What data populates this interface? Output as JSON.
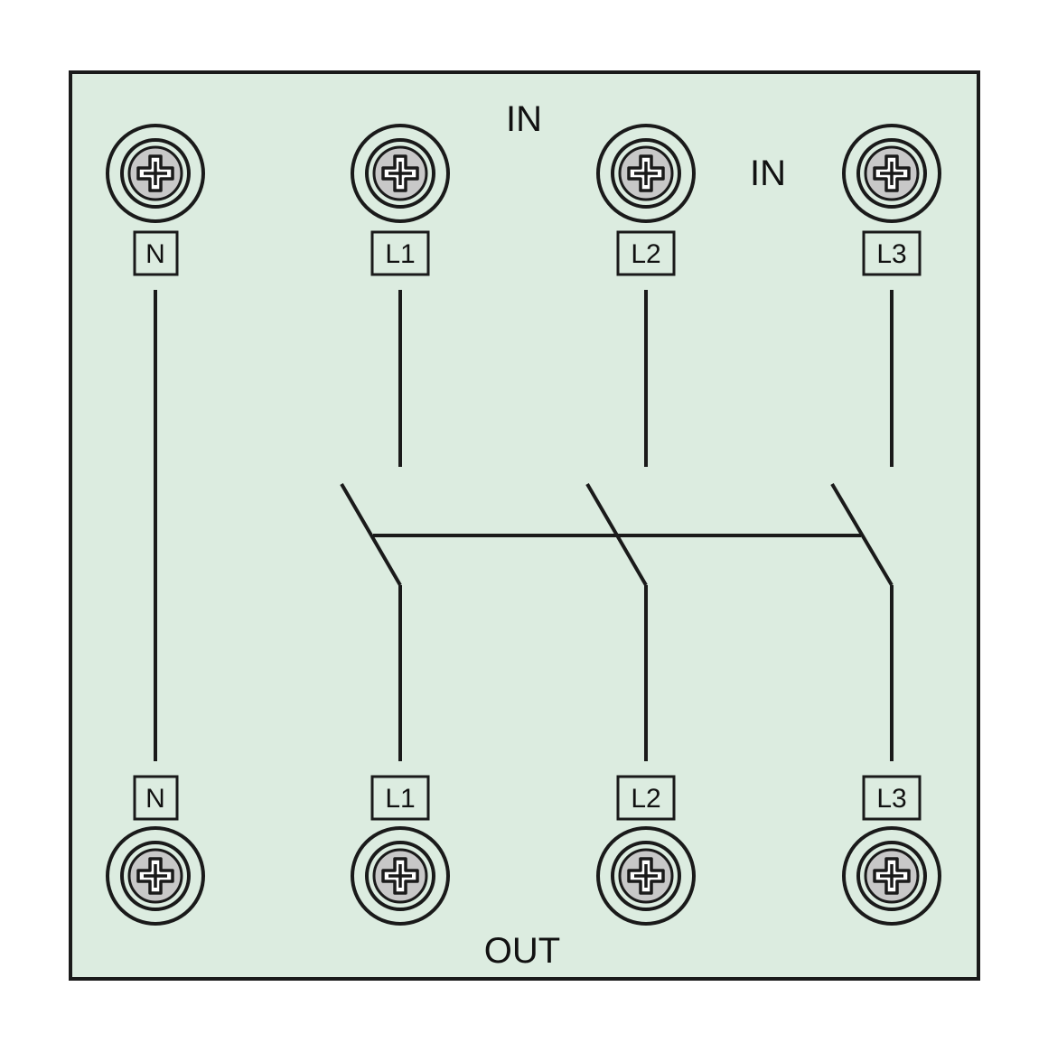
{
  "panel": {
    "background_color": "#dcece0",
    "border_color": "#1a1a1a",
    "screw_fill": "#c8c8c8"
  },
  "labels": {
    "in_top": "IN",
    "in_right": "IN",
    "out_bottom": "OUT"
  },
  "terminals": {
    "top": [
      "N",
      "L1",
      "L2",
      "L3"
    ],
    "bottom": [
      "N",
      "L1",
      "L2",
      "L3"
    ]
  },
  "icons": {
    "terminal_screw": "phillips-screw-icon"
  }
}
